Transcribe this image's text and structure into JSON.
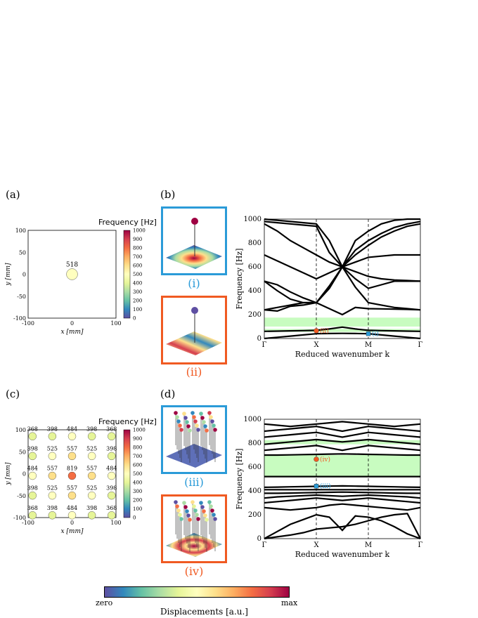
{
  "panel_labels": {
    "a": "(a)",
    "b": "(b)",
    "c": "(c)",
    "d": "(d)"
  },
  "colorbar_title_a": "Frequency [Hz]",
  "colorbar_title_c": "Frequency [Hz]",
  "captions": {
    "i": "(i)",
    "ii": "(ii)",
    "iii": "(iii)",
    "iv": "(iv)"
  },
  "colors": {
    "blue_box": "#2b9bd8",
    "orange_box": "#f05a22",
    "band_gap": "#c8fcc0"
  },
  "displacement_bar": {
    "label_min": "zero",
    "label_max": "max",
    "title": "Displacements [a.u.]"
  },
  "chart_data": [
    {
      "id": "a",
      "type": "scatter",
      "xlabel": "x [mm]",
      "ylabel": "y [mm]",
      "xlim": [
        -100,
        100
      ],
      "ylim": [
        -100,
        100
      ],
      "xticks": [
        "-100",
        "0",
        "100"
      ],
      "yticks": [
        "100",
        "50",
        "0",
        "-50",
        "-100"
      ],
      "points": [
        {
          "x": 0,
          "y": 0,
          "value": 518,
          "label": "518"
        }
      ],
      "colorbar": {
        "min": 0,
        "max": 1000,
        "ticks": [
          "1000",
          "900",
          "800",
          "700",
          "600",
          "500",
          "400",
          "300",
          "200",
          "100",
          "0"
        ]
      }
    },
    {
      "id": "c",
      "type": "scatter",
      "xlabel": "x [mm]",
      "ylabel": "y [mm]",
      "xlim": [
        -100,
        100
      ],
      "ylim": [
        -100,
        100
      ],
      "xticks": [
        "-100",
        "0",
        "100"
      ],
      "yticks": [
        "100",
        "50",
        "0",
        "-50",
        "-100"
      ],
      "grid_x": [
        -90,
        -45,
        0,
        45,
        90
      ],
      "grid_y": [
        90,
        45,
        0,
        -45,
        -90
      ],
      "values": [
        [
          368,
          398,
          484,
          398,
          368
        ],
        [
          398,
          525,
          557,
          525,
          398
        ],
        [
          484,
          557,
          819,
          557,
          484
        ],
        [
          398,
          525,
          557,
          525,
          398
        ],
        [
          368,
          398,
          484,
          398,
          368
        ]
      ],
      "colorbar": {
        "min": 0,
        "max": 1000,
        "ticks": [
          "1000",
          "900",
          "800",
          "700",
          "600",
          "500",
          "400",
          "300",
          "200",
          "100",
          "0"
        ]
      }
    },
    {
      "id": "b",
      "type": "line",
      "xlabel": "Reduced wavenumber k",
      "ylabel": "Frequency [Hz]",
      "ylim": [
        0,
        1000
      ],
      "xticks": [
        "Γ",
        "X",
        "M",
        "Γ"
      ],
      "yticks": [
        "0",
        "200",
        "400",
        "600",
        "800",
        "1000"
      ],
      "band_gaps": [
        [
          55,
          80
        ],
        [
          100,
          175
        ]
      ],
      "markers": [
        {
          "label": "(i)",
          "k": 2,
          "f": 40,
          "color": "#2b9bd8",
          "shape": "square"
        },
        {
          "label": "(ii)",
          "k": 1,
          "f": 65,
          "color": "#f05a22",
          "shape": "circle"
        }
      ]
    },
    {
      "id": "d",
      "type": "line",
      "xlabel": "Reduced wavenumber k",
      "ylabel": "Frequency [Hz]",
      "ylim": [
        0,
        1000
      ],
      "xticks": [
        "Γ",
        "X",
        "M",
        "Γ"
      ],
      "yticks": [
        "0",
        "200",
        "400",
        "600",
        "800",
        "1000"
      ],
      "band_gaps": [
        [
          520,
          700
        ],
        [
          790,
          825
        ]
      ],
      "markers": [
        {
          "label": "(iii)",
          "k": 1,
          "f": 440,
          "color": "#2b9bd8",
          "shape": "square"
        },
        {
          "label": "(iv)",
          "k": 1,
          "f": 665,
          "color": "#f05a22",
          "shape": "circle"
        }
      ]
    }
  ]
}
